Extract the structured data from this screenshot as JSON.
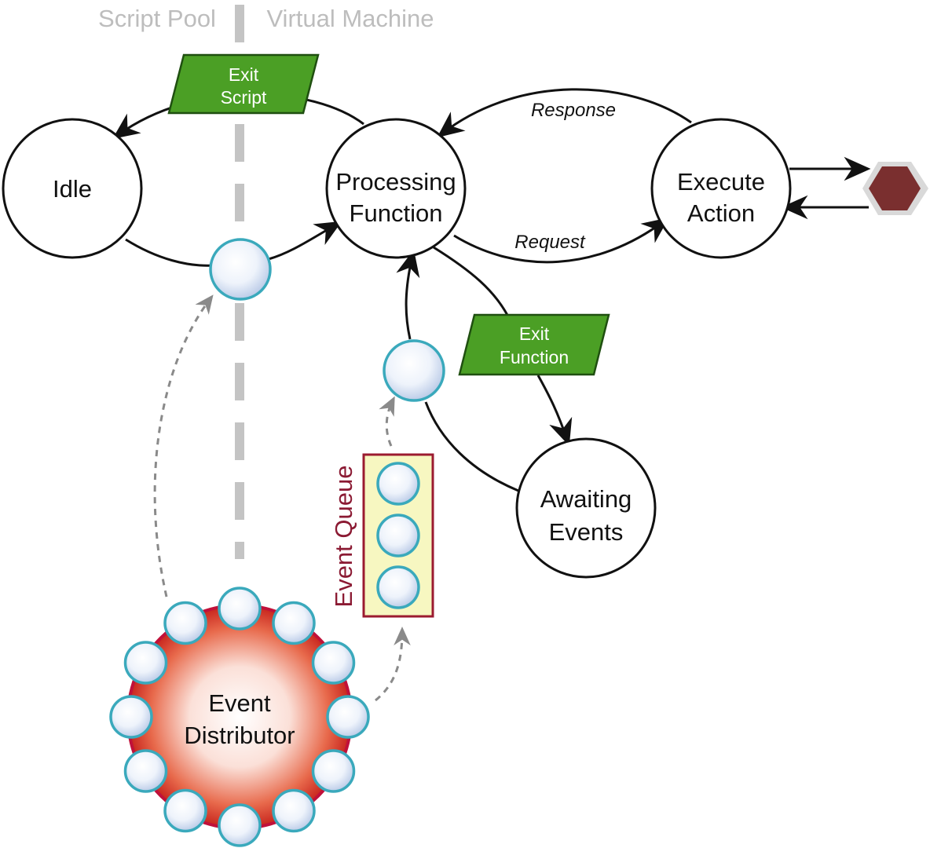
{
  "panes": {
    "left": "Script Pool",
    "right": "Virtual Machine"
  },
  "states": {
    "idle": "Idle",
    "processing": [
      "Processing",
      "Function"
    ],
    "execute": [
      "Execute",
      "Action"
    ],
    "awaiting": [
      "Awaiting",
      "Events"
    ],
    "distributor": [
      "Event",
      "Distributor"
    ]
  },
  "edges": {
    "response": "Response",
    "request": "Request"
  },
  "flags": {
    "exit_script": [
      "Exit",
      "Script"
    ],
    "exit_function": [
      "Exit",
      "Function"
    ]
  },
  "queue": {
    "label": "Event Queue"
  },
  "colors": {
    "token_stroke": "#3aa9bc",
    "flag_fill": "#4b9f25",
    "distributor_core": "#c8261e",
    "queue_fill": "#f7f7c1",
    "queue_border": "#9b1b30",
    "hexagon_fill": "#7a2f2f",
    "divider": "#c4c4c4"
  }
}
